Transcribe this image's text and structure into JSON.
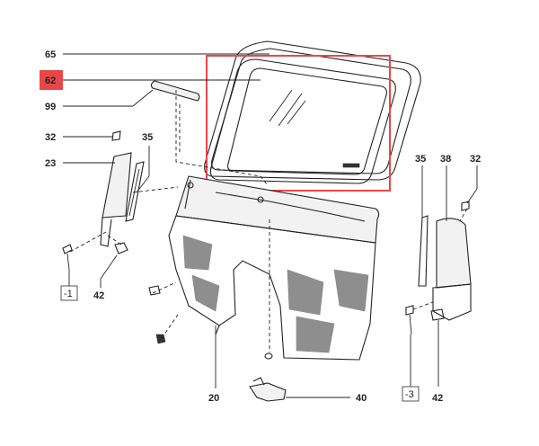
{
  "diagram": {
    "highlight_color": "#e8474a",
    "callouts": [
      {
        "id": "65",
        "text": "65",
        "highlighted": false
      },
      {
        "id": "62",
        "text": "62",
        "highlighted": true
      },
      {
        "id": "99",
        "text": "99",
        "highlighted": false
      },
      {
        "id": "32a",
        "text": "32",
        "highlighted": false
      },
      {
        "id": "35a",
        "text": "35",
        "highlighted": false
      },
      {
        "id": "23",
        "text": "23",
        "highlighted": false
      },
      {
        "id": "m1",
        "text": "-1",
        "highlighted": false
      },
      {
        "id": "42a",
        "text": "42",
        "highlighted": false
      },
      {
        "id": "20",
        "text": "20",
        "highlighted": false
      },
      {
        "id": "40",
        "text": "40",
        "highlighted": false
      },
      {
        "id": "35b",
        "text": "35",
        "highlighted": false
      },
      {
        "id": "38",
        "text": "38",
        "highlighted": false
      },
      {
        "id": "32b",
        "text": "32",
        "highlighted": false
      },
      {
        "id": "m3",
        "text": "-3",
        "highlighted": false
      },
      {
        "id": "42b",
        "text": "42",
        "highlighted": false
      }
    ]
  }
}
